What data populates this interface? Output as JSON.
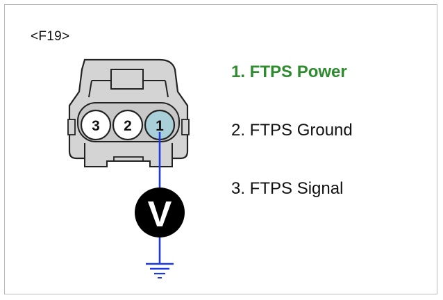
{
  "connector": {
    "id": "<F19>",
    "pins": [
      {
        "number": "3",
        "highlighted": false
      },
      {
        "number": "2",
        "highlighted": false
      },
      {
        "number": "1",
        "highlighted": true
      }
    ]
  },
  "meter": {
    "symbol": "V"
  },
  "pin_labels": [
    {
      "text": "1. FTPS Power",
      "highlighted": true
    },
    {
      "text": "2. FTPS Ground",
      "highlighted": false
    },
    {
      "text": "3. FTPS Signal",
      "highlighted": false
    }
  ],
  "colors": {
    "highlight_text": "#2e8b2e",
    "probe_wire": "#1e3adf",
    "pin_highlight": "#a9cfd8",
    "connector_body": "#d4d4d4",
    "meter_body": "#000000"
  }
}
